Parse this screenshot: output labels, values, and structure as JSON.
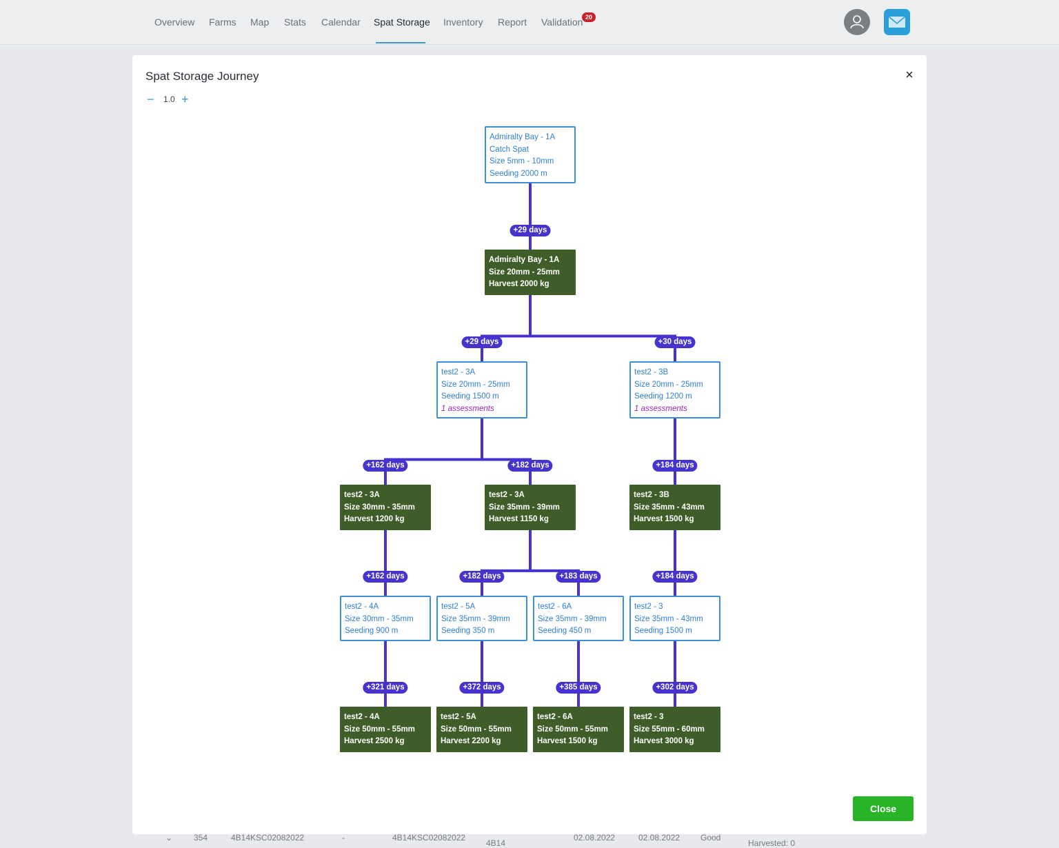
{
  "nav": {
    "items": [
      "Overview",
      "Farms",
      "Map",
      "Stats",
      "Calendar",
      "Spat Storage",
      "Inventory",
      "Report",
      "Validation"
    ],
    "active": "Spat Storage",
    "validation_badge": "20"
  },
  "background_row": {
    "cells": [
      "354",
      "4B14KSC02082022",
      "-",
      "4B14KSC02082022",
      "4B14",
      "02.08.2022",
      "02.08.2022",
      "Good",
      "Harvested: 0"
    ]
  },
  "modal": {
    "title": "Spat Storage Journey",
    "zoom": "1.0",
    "zoom_minus": "−",
    "zoom_plus": "+",
    "close_x": "×",
    "close_button": "Close"
  },
  "tree": {
    "nodes": [
      {
        "id": "n1",
        "type": "seed",
        "lines": [
          "Admiralty Bay - 1A",
          "Catch Spat",
          "Size 5mm - 10mm",
          "Seeding 2000 m"
        ]
      },
      {
        "id": "n2",
        "type": "harvest",
        "lines": [
          "Admiralty Bay - 1A",
          "Size 20mm - 25mm",
          "Harvest 2000 kg"
        ]
      },
      {
        "id": "n3",
        "type": "seed",
        "lines": [
          "test2 - 3A",
          "Size 20mm - 25mm",
          "Seeding 1500 m"
        ],
        "assessments": "1 assessments"
      },
      {
        "id": "n4",
        "type": "seed",
        "lines": [
          "test2 - 3B",
          "Size 20mm - 25mm",
          "Seeding 1200 m"
        ],
        "assessments": "1 assessments"
      },
      {
        "id": "n5",
        "type": "harvest",
        "lines": [
          "test2 - 3A",
          "Size 30mm - 35mm",
          "Harvest 1200 kg"
        ]
      },
      {
        "id": "n6",
        "type": "harvest",
        "lines": [
          "test2 - 3A",
          "Size 35mm - 39mm",
          "Harvest 1150 kg"
        ]
      },
      {
        "id": "n7",
        "type": "harvest",
        "lines": [
          "test2 - 3B",
          "Size 35mm - 43mm",
          "Harvest 1500 kg"
        ]
      },
      {
        "id": "n8",
        "type": "seed",
        "lines": [
          "test2 - 4A",
          "Size 30mm - 35mm",
          "Seeding 900 m"
        ]
      },
      {
        "id": "n9",
        "type": "seed",
        "lines": [
          "test2 - 5A",
          "Size 35mm - 39mm",
          "Seeding 350 m"
        ]
      },
      {
        "id": "n10",
        "type": "seed",
        "lines": [
          "test2 - 6A",
          "Size 35mm - 39mm",
          "Seeding 450 m"
        ]
      },
      {
        "id": "n11",
        "type": "seed",
        "lines": [
          "test2 - 3",
          "Size 35mm - 43mm",
          "Seeding 1500 m"
        ]
      },
      {
        "id": "n12",
        "type": "harvest",
        "lines": [
          "test2 - 4A",
          "Size 50mm - 55mm",
          "Harvest 2500 kg"
        ]
      },
      {
        "id": "n13",
        "type": "harvest",
        "lines": [
          "test2 - 5A",
          "Size 50mm - 55mm",
          "Harvest 2200 kg"
        ]
      },
      {
        "id": "n14",
        "type": "harvest",
        "lines": [
          "test2 - 6A",
          "Size 50mm - 55mm",
          "Harvest 1500 kg"
        ]
      },
      {
        "id": "n15",
        "type": "harvest",
        "lines": [
          "test2 - 3",
          "Size 55mm - 60mm",
          "Harvest 3000 kg"
        ]
      }
    ],
    "edges": [
      {
        "from": "n1",
        "to": "n2",
        "label": "+29 days"
      },
      {
        "from": "n2",
        "to": "n3",
        "label": "+29 days"
      },
      {
        "from": "n2",
        "to": "n4",
        "label": "+30 days"
      },
      {
        "from": "n3",
        "to": "n5",
        "label": "+162 days"
      },
      {
        "from": "n3",
        "to": "n6",
        "label": "+182 days"
      },
      {
        "from": "n4",
        "to": "n7",
        "label": "+184 days"
      },
      {
        "from": "n5",
        "to": "n8",
        "label": "+162 days"
      },
      {
        "from": "n6",
        "to": "n9",
        "label": "+182 days"
      },
      {
        "from": "n6",
        "to": "n10",
        "label": "+183 days"
      },
      {
        "from": "n7",
        "to": "n11",
        "label": "+184 days"
      },
      {
        "from": "n8",
        "to": "n12",
        "label": "+321 days"
      },
      {
        "from": "n9",
        "to": "n13",
        "label": "+372 days"
      },
      {
        "from": "n10",
        "to": "n14",
        "label": "+385 days"
      },
      {
        "from": "n11",
        "to": "n15",
        "label": "+302 days"
      }
    ]
  },
  "colors": {
    "connector": "#4632cc",
    "seed_border": "#3a8edc",
    "harvest_fill": "#3f5d28",
    "assessment_text": "#9a27b0",
    "close_button": "#27b427"
  }
}
